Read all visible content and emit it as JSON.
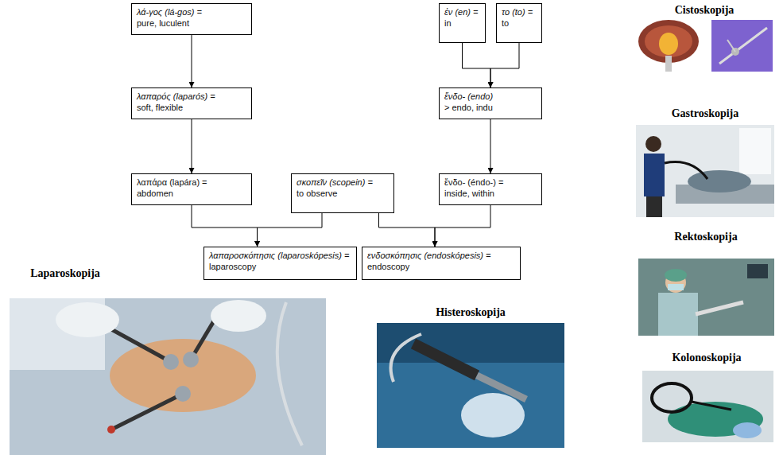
{
  "diagram": {
    "nodes": [
      {
        "text": [
          "λά-γος (lá-gos) =",
          "pure, luculent"
        ]
      },
      {
        "text": [
          "ἐν (en) =",
          "in"
        ]
      },
      {
        "text": [
          "το (to) =",
          "to"
        ]
      },
      {
        "text": [
          "λαπαρός (laparós) =",
          "soft, flexible"
        ]
      },
      {
        "text": [
          "ἔνδο- (endo)",
          "> endo, indu"
        ]
      },
      {
        "text": [
          "λαπάρα (lapára) =",
          "abdomen"
        ]
      },
      {
        "text": [
          "σκοπεῖν (scopein) =",
          "to observe"
        ]
      },
      {
        "text": [
          "ἔνδο- (éndo-) =",
          "inside, within"
        ]
      },
      {
        "text": [
          "λαπαροσκόπησις (laparoskópesis) =",
          "laparoscopy"
        ]
      },
      {
        "text": [
          "ενδοσκόπησις (endoskópesis) =",
          "endoscopy"
        ]
      }
    ],
    "edges": [
      {
        "from": 0,
        "to": 3,
        "arrow": "to"
      },
      {
        "from": 1,
        "to": 4,
        "arrow": "to"
      },
      {
        "from": 2,
        "to": 4,
        "arrow": "to"
      },
      {
        "from": 3,
        "to": 5,
        "arrow": "to"
      },
      {
        "from": 4,
        "to": 7,
        "arrow": "to"
      },
      {
        "from": 5,
        "to": 8,
        "arrow": "to"
      },
      {
        "from": 6,
        "to": 8,
        "arrow": "to"
      },
      {
        "from": 6,
        "to": 9,
        "arrow": "to"
      },
      {
        "from": 7,
        "to": 9,
        "arrow": "to"
      }
    ],
    "labels": [
      "Cistoskopija",
      "Gastroskopija",
      "Rektoskopija",
      "Laparoskopija",
      "Histeroskopija",
      "Kolonoskopija"
    ]
  }
}
